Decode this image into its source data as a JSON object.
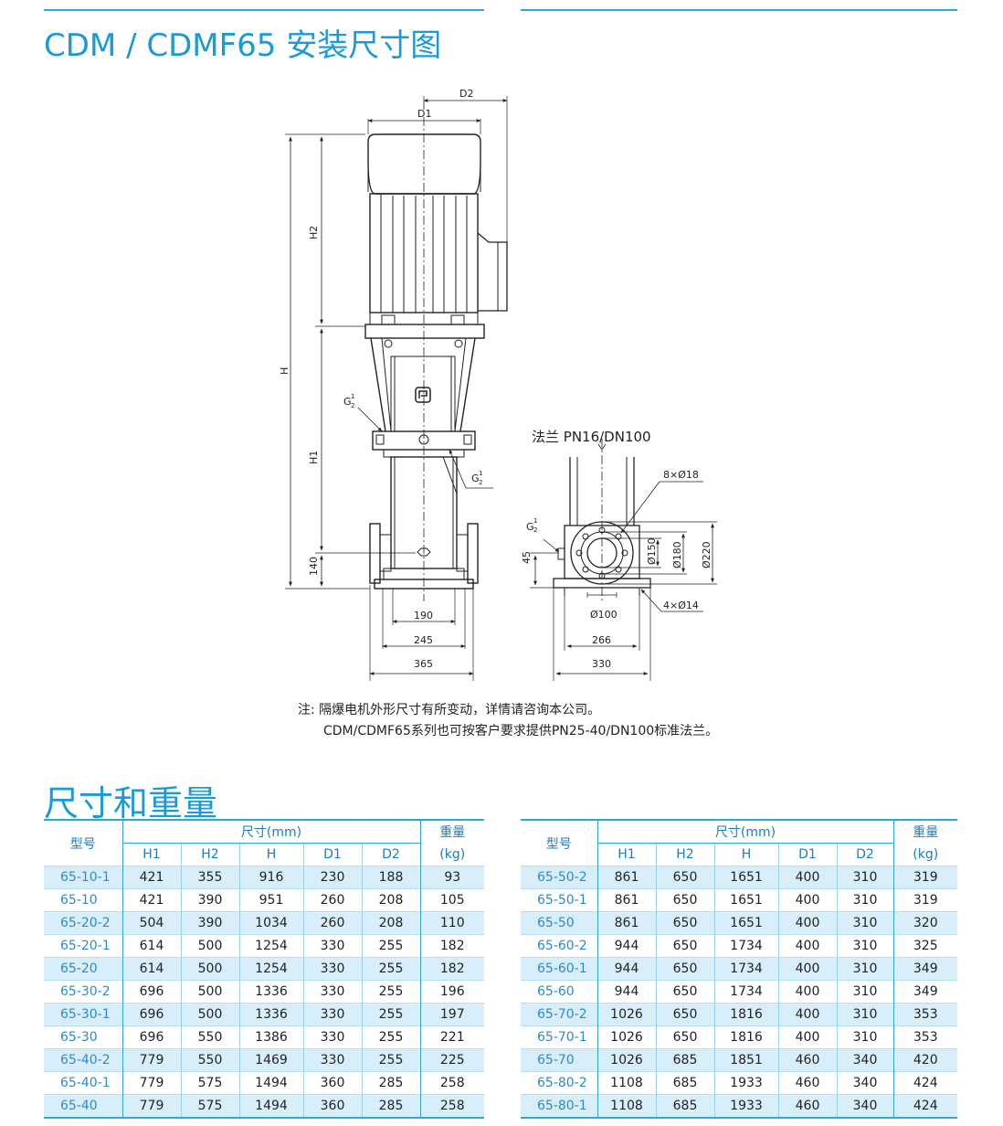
{
  "titles": {
    "install": "CDM / CDMF65 安装尺寸图",
    "sizes": "尺寸和重量"
  },
  "drawing": {
    "d1": "D1",
    "d2": "D2",
    "h": "H",
    "h1": "H1",
    "h2": "H2",
    "g_top": "G",
    "g_mid": "G",
    "g_flange": "G",
    "frac_num": "1",
    "frac_den": "2",
    "dim_140": "140",
    "dim_190": "190",
    "dim_245": "245",
    "dim_365": "365",
    "flange_title": "法兰 PN16/DN100",
    "bolt_holes": "8×Ø18",
    "base_holes": "4×Ø14",
    "dim_45": "45",
    "dia_150": "Ø150",
    "dia_180": "Ø180",
    "dia_220": "Ø220",
    "dia_100": "Ø100",
    "dim_266": "266",
    "dim_330": "330"
  },
  "notes": {
    "line1": "注:  隔爆电机外形尺寸有所变动，详情请咨询本公司。",
    "line2": "CDM/CDMF65系列也可按客户要求提供PN25-40/DN100标准法兰。"
  },
  "table_head": {
    "model": "型号",
    "size_group": "尺寸(mm)",
    "weight_top": "重量",
    "weight_unit": "(kg)",
    "cols": [
      "H1",
      "H2",
      "H",
      "D1",
      "D2"
    ]
  },
  "table_left": [
    [
      "65-10-1",
      "421",
      "355",
      "916",
      "230",
      "188",
      "93"
    ],
    [
      "65-10",
      "421",
      "390",
      "951",
      "260",
      "208",
      "105"
    ],
    [
      "65-20-2",
      "504",
      "390",
      "1034",
      "260",
      "208",
      "110"
    ],
    [
      "65-20-1",
      "614",
      "500",
      "1254",
      "330",
      "255",
      "182"
    ],
    [
      "65-20",
      "614",
      "500",
      "1254",
      "330",
      "255",
      "182"
    ],
    [
      "65-30-2",
      "696",
      "500",
      "1336",
      "330",
      "255",
      "196"
    ],
    [
      "65-30-1",
      "696",
      "500",
      "1336",
      "330",
      "255",
      "197"
    ],
    [
      "65-30",
      "696",
      "550",
      "1386",
      "330",
      "255",
      "221"
    ],
    [
      "65-40-2",
      "779",
      "550",
      "1469",
      "330",
      "255",
      "225"
    ],
    [
      "65-40-1",
      "779",
      "575",
      "1494",
      "360",
      "285",
      "258"
    ],
    [
      "65-40",
      "779",
      "575",
      "1494",
      "360",
      "285",
      "258"
    ]
  ],
  "table_right": [
    [
      "65-50-2",
      "861",
      "650",
      "1651",
      "400",
      "310",
      "319"
    ],
    [
      "65-50-1",
      "861",
      "650",
      "1651",
      "400",
      "310",
      "319"
    ],
    [
      "65-50",
      "861",
      "650",
      "1651",
      "400",
      "310",
      "320"
    ],
    [
      "65-60-2",
      "944",
      "650",
      "1734",
      "400",
      "310",
      "325"
    ],
    [
      "65-60-1",
      "944",
      "650",
      "1734",
      "400",
      "310",
      "349"
    ],
    [
      "65-60",
      "944",
      "650",
      "1734",
      "400",
      "310",
      "349"
    ],
    [
      "65-70-2",
      "1026",
      "650",
      "1816",
      "400",
      "310",
      "353"
    ],
    [
      "65-70-1",
      "1026",
      "650",
      "1816",
      "400",
      "310",
      "353"
    ],
    [
      "65-70",
      "1026",
      "685",
      "1851",
      "460",
      "340",
      "420"
    ],
    [
      "65-80-2",
      "1108",
      "685",
      "1933",
      "460",
      "340",
      "424"
    ],
    [
      "65-80-1",
      "1108",
      "685",
      "1933",
      "460",
      "340",
      "424"
    ]
  ]
}
